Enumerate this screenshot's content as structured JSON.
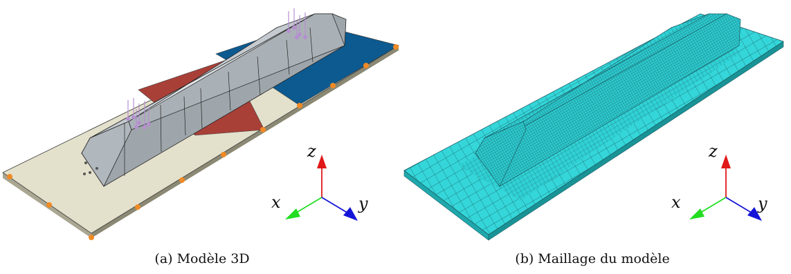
{
  "figures": [
    {
      "caption": "(a) Modèle 3D",
      "axes": {
        "x": "x",
        "y": "y",
        "z": "z"
      },
      "colors": {
        "base_plate": "#e3e0cb",
        "region_red": "#a94038",
        "region_blue": "#0d5a90",
        "beam": "#c6ccd0",
        "load_arrows": "#b58fd0",
        "supports": "#f08a25"
      }
    },
    {
      "caption": "(b) Maillage du modèle",
      "axes": {
        "x": "x",
        "y": "y",
        "z": "z"
      },
      "colors": {
        "mesh_fill": "#2fd1d4",
        "mesh_lines": "#1b5e66"
      }
    }
  ],
  "triad_colors": {
    "x": "#22dd22",
    "y": "#1414d8",
    "z": "#e01818"
  }
}
